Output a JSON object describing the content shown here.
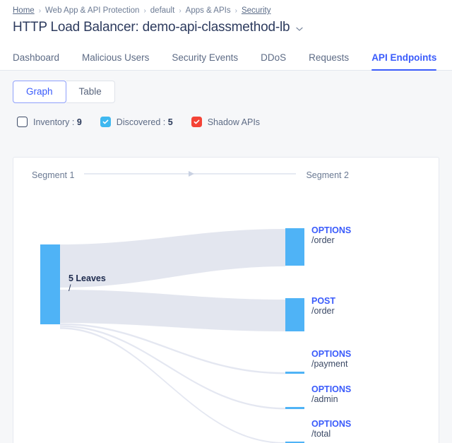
{
  "breadcrumb": {
    "items": [
      {
        "label": "Home",
        "link": true
      },
      {
        "label": "Web App & API Protection",
        "link": false
      },
      {
        "label": "default",
        "link": false
      },
      {
        "label": "Apps & APIs",
        "link": false
      },
      {
        "label": "Security",
        "link": true
      }
    ],
    "separator": "›"
  },
  "header": {
    "title": "HTTP Load Balancer: demo-api-classmethod-lb",
    "dropdown_icon": "chevron-down-icon"
  },
  "tabs": [
    {
      "label": "Dashboard",
      "active": false
    },
    {
      "label": "Malicious Users",
      "active": false
    },
    {
      "label": "Security Events",
      "active": false
    },
    {
      "label": "DDoS",
      "active": false
    },
    {
      "label": "Requests",
      "active": false
    },
    {
      "label": "API Endpoints",
      "active": true
    }
  ],
  "view_toggle": {
    "options": [
      {
        "label": "Graph",
        "active": true
      },
      {
        "label": "Table",
        "active": false
      }
    ]
  },
  "filters": [
    {
      "label": "Inventory",
      "count": "9",
      "checked": false,
      "color": "#ffffff",
      "name": "inventory"
    },
    {
      "label": "Discovered",
      "count": "5",
      "checked": true,
      "color": "#3fb8f0",
      "name": "discovered"
    },
    {
      "label": "Shadow APIs",
      "count": "",
      "checked": true,
      "color": "#f44336",
      "name": "shadow-apis"
    }
  ],
  "graph": {
    "segment_start_label": "Segment 1",
    "segment_end_label": "Segment 2",
    "source": {
      "title": "5 Leaves",
      "path": "/"
    },
    "endpoints": [
      {
        "method": "OPTIONS",
        "path": "/order"
      },
      {
        "method": "POST",
        "path": "/order"
      },
      {
        "method": "OPTIONS",
        "path": "/payment"
      },
      {
        "method": "OPTIONS",
        "path": "/admin"
      },
      {
        "method": "OPTIONS",
        "path": "/total"
      }
    ]
  },
  "colors": {
    "accent_blue": "#3a5bfb",
    "node_blue": "#4fb3f6",
    "flow_gray": "#e2e5ee",
    "shadow_red": "#f44336",
    "discovered_cyan": "#3fb8f0"
  }
}
